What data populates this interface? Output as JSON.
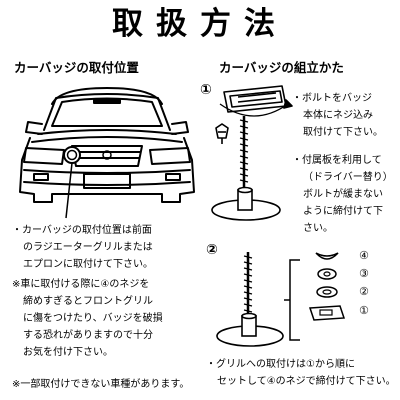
{
  "title": "取扱方法",
  "left_section": {
    "heading": "カーバッジの取付位置",
    "note1_lines": [
      "・カーバッジの取付位置は前面",
      "のラジエーターグリルまたは",
      "エプロンに取付けて下さい。"
    ],
    "note2_lines": [
      "※車に取付ける際に④のネジを",
      "締めすぎるとフロントグリル",
      "に傷をつけたり、バッジを破損",
      "する恐れがありますので十分",
      "お気を付け下さい。"
    ],
    "note3_lines": [
      "※一部取付けできない車種があります。"
    ]
  },
  "right_section": {
    "heading": "カーバッジの組立かた",
    "step1_marker": "①",
    "step2_marker": "②",
    "step1_note_a_lines": [
      "・ボルトをバッジ",
      "本体にネジ込み",
      "取付けて下さい。"
    ],
    "step1_note_b_lines": [
      "・付属板を利用して",
      "（ドライバー替り）",
      "ボルトが緩まない",
      "ように締付けて下",
      "さい。"
    ],
    "parts_labels": [
      "④",
      "③",
      "②",
      "①"
    ],
    "bottom_note_lines": [
      "・グリルへの取付けは①から順に",
      "セットして④のネジで締付けて下さい。"
    ]
  }
}
